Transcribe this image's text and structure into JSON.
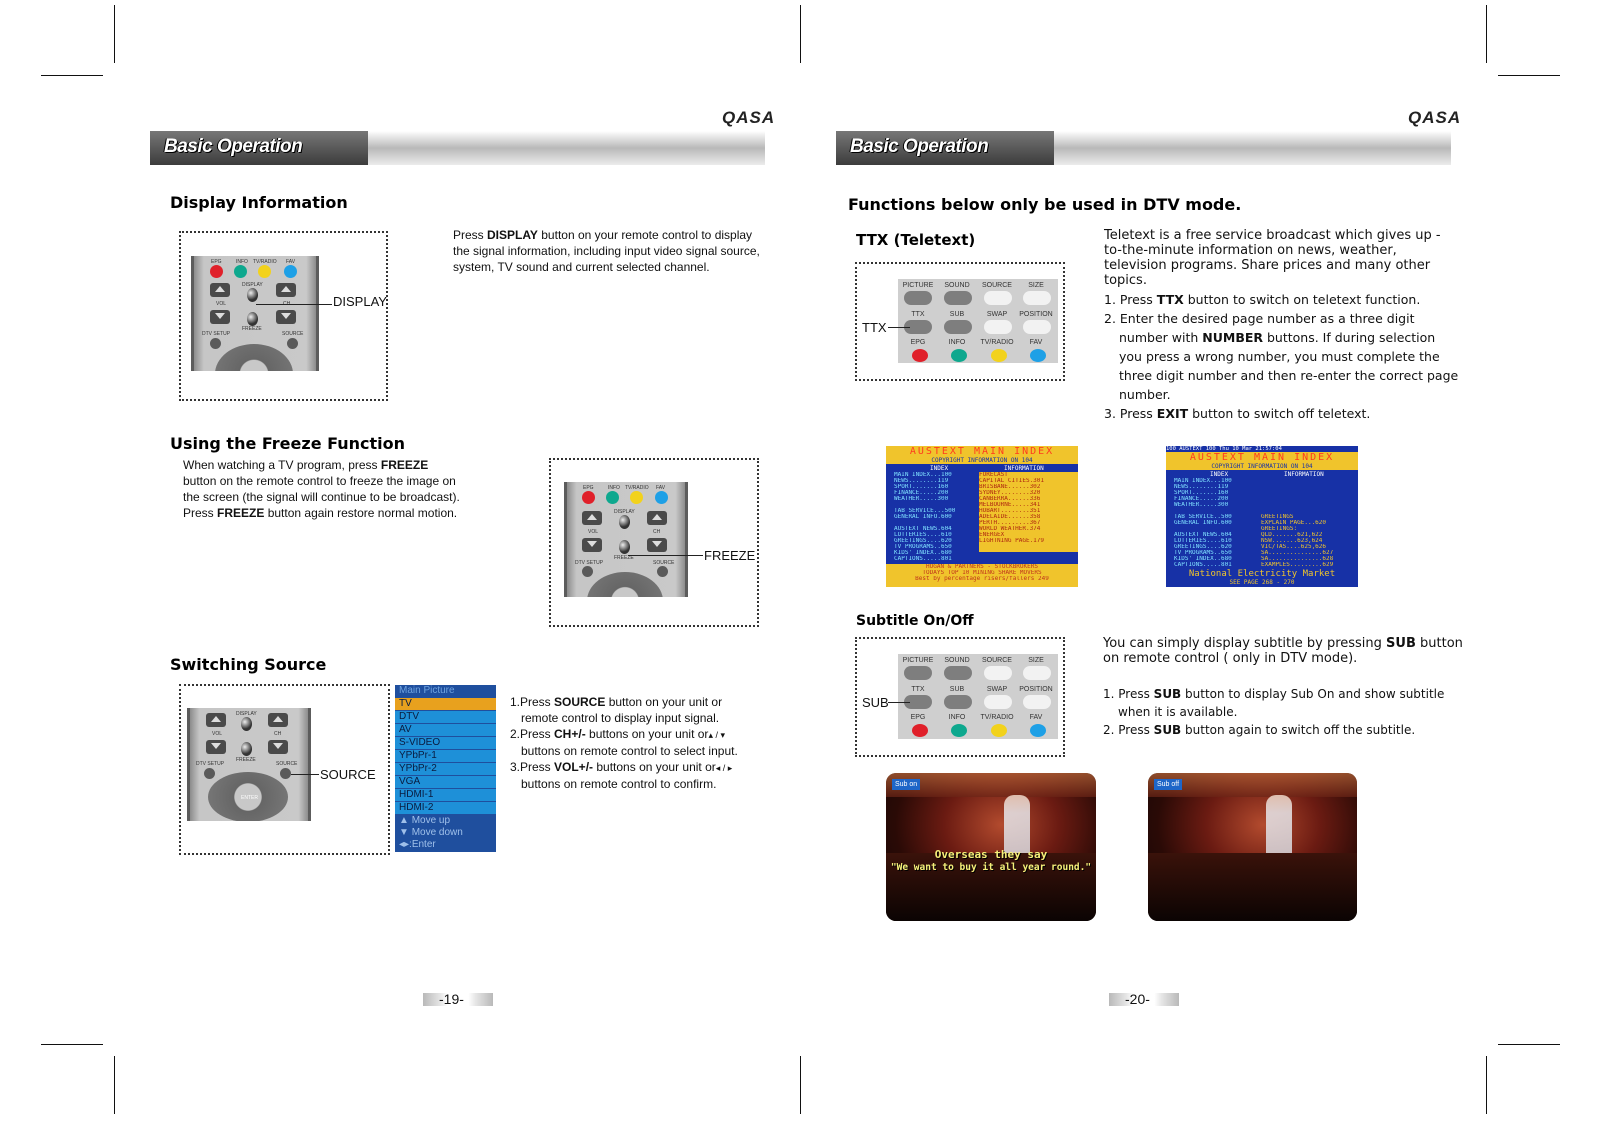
{
  "brand": "QASA",
  "section_title": "Basic Operation",
  "left_page": {
    "display": {
      "heading": "Display Information",
      "label": "DISPLAY",
      "p_pre": "Press ",
      "p_bold": "DISPLAY",
      "p_post": " button on your remote control to display the signal information, including input video signal source, system, TV sound and current selected channel."
    },
    "freeze": {
      "heading": "Using the Freeze Function",
      "label": "FREEZE",
      "l1_pre": "When watching a TV program, press ",
      "l1_bold": "FREEZE",
      "l2": "button on the remote control to freeze the image on",
      "l3": "the screen (the signal will continue to be broadcast).",
      "l4_pre": " Press ",
      "l4_bold": "FREEZE",
      "l4_post": " button again restore normal motion."
    },
    "source": {
      "heading": "Switching Source",
      "label": "SOURCE",
      "menu_items": [
        "Main Picture",
        "TV",
        "DTV",
        "AV",
        "S-VIDEO",
        "YPbPr-1",
        "YPbPr-2",
        "VGA",
        "HDMI-1",
        "HDMI-2"
      ],
      "menu_footer": [
        "Move up",
        "Move down",
        ":Enter"
      ],
      "s1_pre": "1.Press ",
      "s1_bold": "SOURCE",
      "s1_post": " button on your unit or",
      "s1b": "remote control to  display input signal.",
      "s2_pre": "2.Press ",
      "s2_bold": "CH+/-",
      "s2_post": " buttons on your unit or",
      "s2_arrows": "▴ / ▾",
      "s2b": "buttons on remote control to select input.",
      "s3_pre": "3.Press ",
      "s3_bold": "VOL+/-",
      "s3_post": " buttons on your unit or",
      "s3_arrows": "◂ / ▸",
      "s3b": "buttons on remote control to confirm."
    },
    "page_number": "-19-"
  },
  "right_page": {
    "dtv_heading": "Functions below only be used in DTV mode.",
    "ttx": {
      "heading": "TTX (Teletext)",
      "label": "TTX",
      "intro": "Teletext is a free service broadcast which gives up -to-the-minute information on news, weather, television programs. Share prices and many other topics.",
      "s1_pre": "1. Press ",
      "s1_bold": "TTX",
      "s1_post": " button to switch on teletext function.",
      "s2_a": "2. Enter the desired page number as a three digit",
      "s2_b_pre": "number with ",
      "s2_b_bold": "NUMBER",
      "s2_b_post": " buttons. If during selection",
      "s2_c": "you press a wrong number, you must complete the",
      "s2_d": "three digit number and then re-enter the correct page",
      "s2_e": "number.",
      "s3_pre": "3. Press ",
      "s3_bold": "EXIT",
      "s3_post": " button to switch off teletext."
    },
    "subtitle": {
      "heading": "Subtitle On/Off",
      "label": "SUB",
      "intro_pre": "You can simply display subtitle by pressing ",
      "intro_bold": "SUB",
      "intro_post": " button on remote control ( only in DTV mode).",
      "s1_pre": "1. Press ",
      "s1_bold": "SUB",
      "s1_post": " button to display Sub On and show subtitle",
      "s1b": "when it is available.",
      "s2_pre": "2. Press ",
      "s2_bold": "SUB",
      "s2_post": " button again to switch off the subtitle.",
      "photo1_badge": "Sub on",
      "photo2_badge": "Sub off",
      "caption_l1": "Overseas they say",
      "caption_l2": "\"We want to buy it all year round.\""
    },
    "page_number": "-20-"
  },
  "remote_labels": {
    "top_row": [
      "EPG",
      "INFO",
      "TV/RADIO",
      "FAV"
    ],
    "display": "DISPLAY",
    "vol": "VOL",
    "ch": "CH",
    "freeze": "FREEZE",
    "dtv_setup": "DTV SETUP",
    "source": "SOURCE",
    "enter": "ENTER",
    "ttx_rows": [
      "PICTURE",
      "SOUND",
      "SOURCE",
      "SIZE",
      "TTX",
      "SUB",
      "SWAP",
      "POSITION",
      "EPG",
      "INFO",
      "TV/RADIO",
      "FAV"
    ]
  },
  "teletext1": {
    "title": "AUSTEXT  MAIN  INDEX",
    "subtitle": "COPYRIGHT INFORMATION ON 104",
    "col1_head": "INDEX",
    "col2_head": "INFORMATION",
    "col1": [
      "MAIN INDEX...100",
      "NEWS........119",
      "SPORT.......160",
      "FINANCE.....200",
      "WEATHER.....300",
      "",
      "TAB SERVICE...500",
      "GENERAL INFO.600",
      "",
      "AUSTEXT NEWS.604",
      "LOTTERIES....610",
      "GREETINGS....620",
      "TV PROGRAMS..650",
      "KIDS' INDEX..680",
      "CAPTIONS.....801"
    ],
    "col2": [
      "FORECAST",
      "CAPITAL CITIES.301",
      "BRISBANE......302",
      "SYDNEY........320",
      "CANBERRA......336",
      "MELBOURNE.....341",
      "HOBART........351",
      "ADELAIDE......358",
      "PERTH.........367",
      "WORLD WEATHER.374",
      "ENERGEX",
      "LIGHTNING PAGE.179"
    ],
    "footer": [
      "HOGAN & PARTNERS - STOCKBROKERS",
      "TODAYS TOP 10 MINING SHARE MOVERS",
      "Best by percentage risers/fallers 249"
    ]
  },
  "teletext2": {
    "header": "100   AUSTEXT 100 Thu 10 Mar 21:57:04",
    "title": "AUSTEXT  MAIN  INDEX",
    "subtitle": "COPYRIGHT INFORMATION ON 104",
    "col1_head": "INDEX",
    "col2_head": "INFORMATION",
    "col1": [
      "MAIN INDEX...100",
      "NEWS........119",
      "SPORT.......160",
      "FINANCE.....200",
      "WEATHER.....300",
      "",
      "TAB SERVICE..500",
      "GENERAL INFO.600",
      "",
      "AUSTEXT NEWS.604",
      "LOTTERIES....610",
      "GREETINGS....620",
      "TV PROGRAMS..650",
      "KIDS' INDEX..680",
      "CAPTIONS.....801"
    ],
    "col2": [
      "",
      "",
      "",
      "",
      "",
      "",
      "GREETINGS",
      "EXPLAIN PAGE...620",
      "GREETINGS:",
      " QLD.......621,622",
      " NSW.......623,624",
      " VIC/TAS....625,626",
      " SA...............627",
      " SA...............628",
      "EXAMPLES.........629"
    ],
    "footer1": "National Electricity Market",
    "footer2": "SEE PAGE 268 - 270"
  },
  "colors": {
    "red": "#e0202a",
    "green": "#0ea88e",
    "yellow": "#f2d21c",
    "blue": "#1ea0e6",
    "tt_bg": "#1731a6",
    "tt_title": "#ff3b1e"
  }
}
